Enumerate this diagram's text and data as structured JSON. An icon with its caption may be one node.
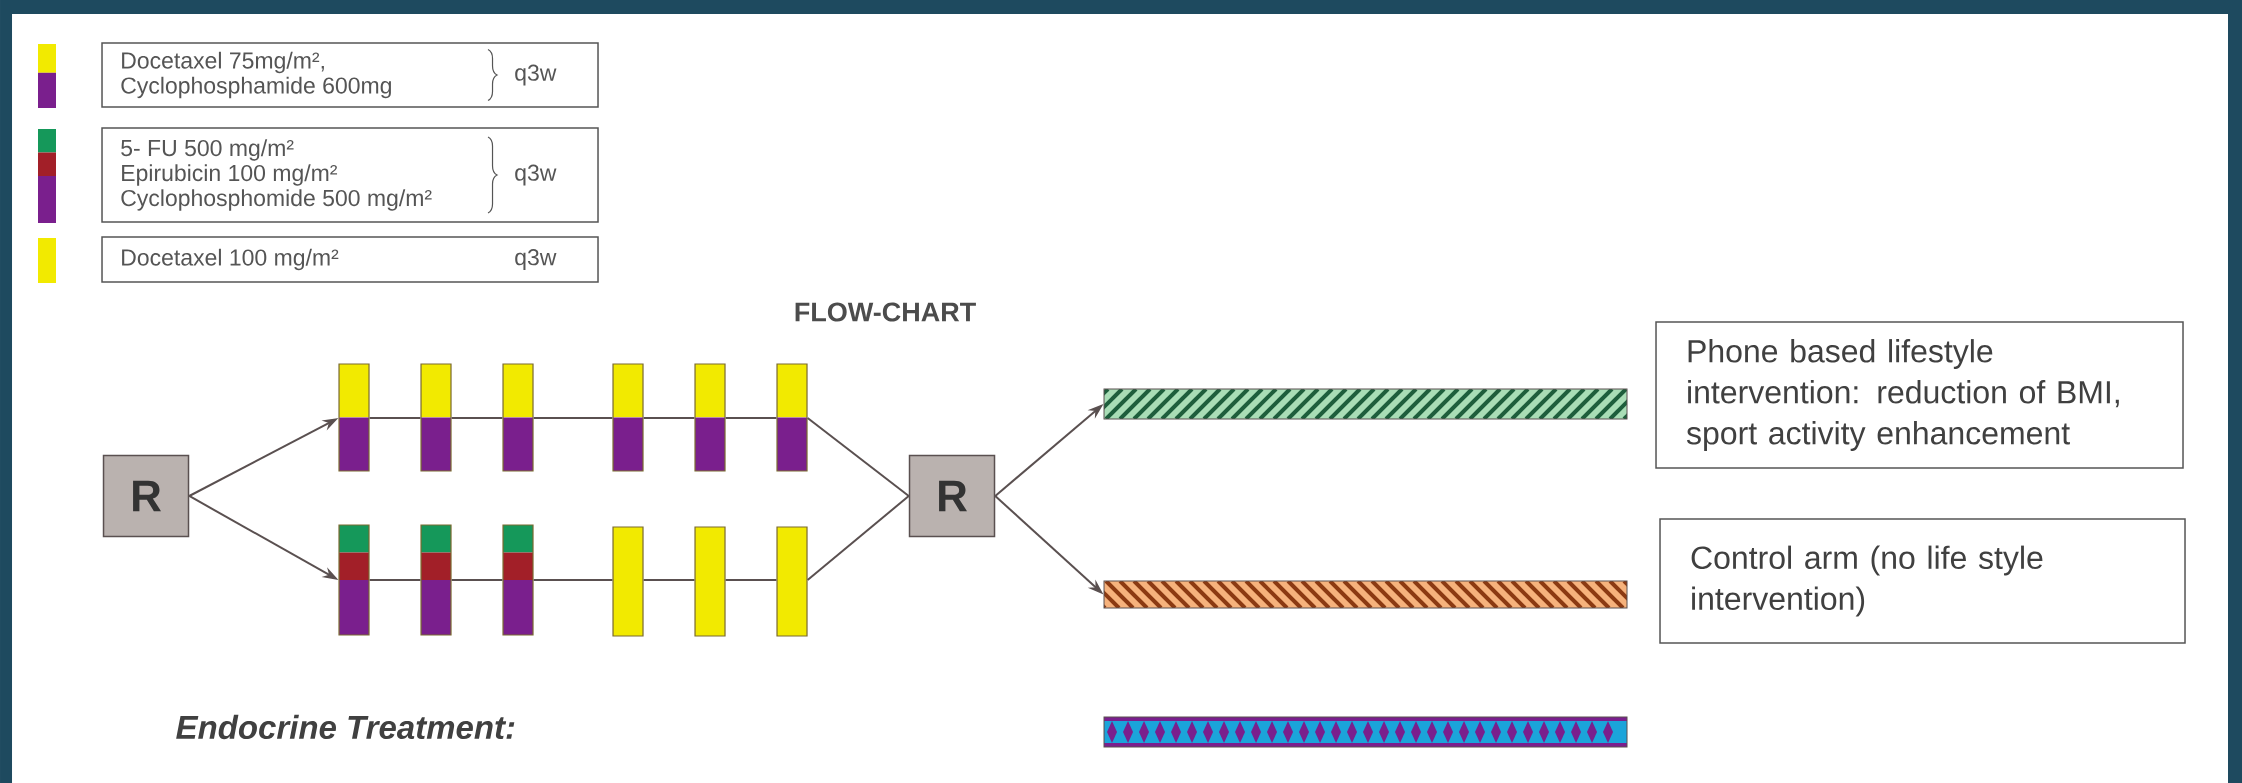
{
  "diagram": {
    "title": "FLOW-CHART",
    "nodes": [
      {
        "text": [
          "Docetaxel 75mg/m²,",
          "Cyclophosphamide 600mg",
          "q3w"
        ]
      },
      {
        "text": [
          "5- FU 500 mg/m²",
          "Epirubicin 100 mg/m²",
          "Cyclophosphomide 500 mg/m²",
          "q3w"
        ]
      },
      {
        "text": [
          "Docetaxel 100 mg/m²",
          "q3w"
        ]
      },
      {
        "text": [
          "R"
        ]
      },
      {
        "text": [],
        "shape": "bar"
      },
      {
        "text": [],
        "shape": "bar"
      },
      {
        "text": [],
        "shape": "bar"
      },
      {
        "text": [],
        "shape": "bar"
      },
      {
        "text": [],
        "shape": "bar"
      },
      {
        "text": [],
        "shape": "bar"
      },
      {
        "text": [],
        "shape": "bar"
      },
      {
        "text": [],
        "shape": "bar"
      },
      {
        "text": [],
        "shape": "bar"
      },
      {
        "text": [],
        "shape": "bar"
      },
      {
        "text": [],
        "shape": "bar"
      },
      {
        "text": [],
        "shape": "bar"
      },
      {
        "text": [
          "R"
        ]
      },
      {
        "text": [],
        "shape": "bar"
      },
      {
        "text": [
          "Phone based lifestyle intervention: reduction of BMI, sport activity enhancement"
        ]
      },
      {
        "text": [],
        "shape": "bar"
      },
      {
        "text": [
          "Control arm (no life style intervention)"
        ]
      },
      {
        "text": [],
        "shape": "bar"
      }
    ],
    "edges": [
      {
        "from": 3,
        "to": 4,
        "arrow": "to"
      },
      {
        "from": 4,
        "to": 5,
        "arrow": "none"
      },
      {
        "from": 5,
        "to": 6,
        "arrow": "none"
      },
      {
        "from": 6,
        "to": 7,
        "arrow": "none"
      },
      {
        "from": 7,
        "to": 8,
        "arrow": "none"
      },
      {
        "from": 8,
        "to": 9,
        "arrow": "none"
      },
      {
        "from": 9,
        "to": 16,
        "arrow": "none"
      },
      {
        "from": 3,
        "to": 10,
        "arrow": "to"
      },
      {
        "from": 10,
        "to": 11,
        "arrow": "none"
      },
      {
        "from": 11,
        "to": 12,
        "arrow": "none"
      },
      {
        "from": 12,
        "to": 13,
        "arrow": "none"
      },
      {
        "from": 13,
        "to": 14,
        "arrow": "none"
      },
      {
        "from": 14,
        "to": 15,
        "arrow": "none"
      },
      {
        "from": 15,
        "to": 16,
        "arrow": "none"
      },
      {
        "from": 16,
        "to": 17,
        "arrow": "to"
      },
      {
        "from": 16,
        "to": 19,
        "arrow": "to"
      }
    ],
    "labels": [
      "Endocrine Treatment:"
    ]
  }
}
